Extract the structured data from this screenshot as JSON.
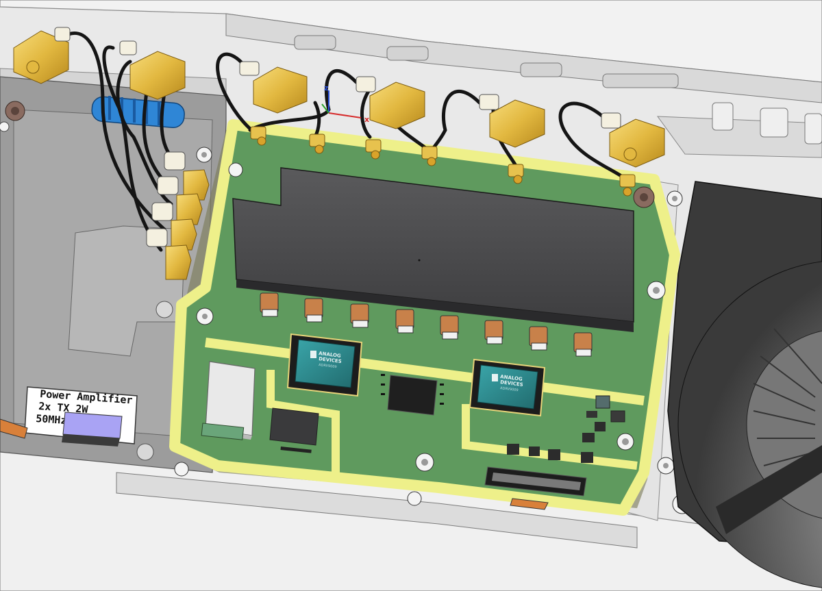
{
  "label_plate": {
    "lines": [
      "Power Amplifier",
      "2x TX 2W",
      "50MHz-"
    ]
  },
  "transceiver_chips": [
    {
      "brand_line1": "ANALOG",
      "brand_line2": "DEVICES",
      "model": "ADRV9009"
    },
    {
      "brand_line1": "ANALOG",
      "brand_line2": "DEVICES",
      "model": "ADRV9009"
    }
  ],
  "axis_triad": {
    "x": "x",
    "z": "z"
  },
  "colors": {
    "housing": "#e3e3e3",
    "pcb_green": "#5f9a5e",
    "pcb_edge_yellow": "#eef08a",
    "heatsink_dark": "#4a4a4c",
    "connector_gold": "#e7c24e",
    "chip_teal": "#2f8f93",
    "clip_blue": "#2f86d6",
    "cable_black": "#151515"
  }
}
